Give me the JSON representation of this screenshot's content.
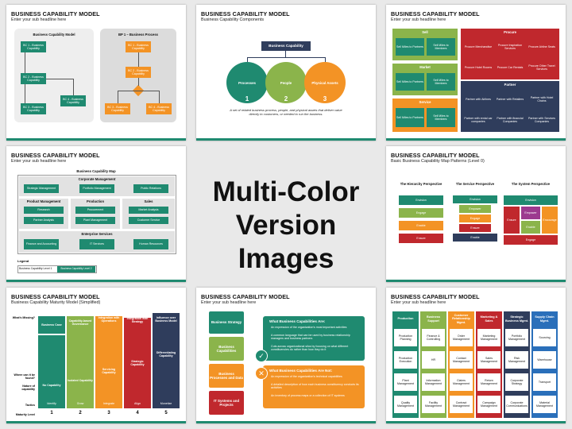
{
  "center": {
    "line1": "Multi-Color",
    "line2": "Version Images"
  },
  "colors": {
    "teal": "#1f8a70",
    "green": "#8bb44b",
    "orange": "#f39325",
    "red": "#c0282d",
    "navy": "#2f3d5c",
    "purple": "#9c3a8f",
    "blue": "#2a6fba"
  },
  "t1": {
    "title": "BUSINESS CAPABILITY MODEL",
    "sub": "Enter your sub headline here",
    "left_header": "Business Capability Model",
    "right_header": "BP 1 – Business Process",
    "left": [
      "BC 1 - Business Capability",
      "BC 2 - Business Capability",
      "BC 3 - Business Capability",
      "BC 4 - Business Capability"
    ],
    "right": [
      "BC 1 - Business Capability",
      "BC 2 - Business Capability",
      "BC 3 - Business Capability",
      "BC 4 - Business Capability"
    ]
  },
  "t2": {
    "title": "BUSINESS CAPABILITY MODEL",
    "sub": "Business Capability Components",
    "banner": "Business Capability",
    "circles": [
      {
        "label": "Processes",
        "num": "1"
      },
      {
        "label": "People",
        "num": "2"
      },
      {
        "label": "Physical Assets",
        "num": "3"
      }
    ],
    "caption": "A set of related business process, people, and physical assets that deliver value directly to customers, or needed to run the business."
  },
  "t3": {
    "title": "BUSINESS CAPABILITY MODEL",
    "sub": "Enter your sub headline here",
    "sell": "Sell",
    "market": "Market",
    "service": "Service",
    "procure": "Procure",
    "partner": "Partner",
    "sell_items": [
      "Sell Miles to Partners",
      "Sell Miles to Members"
    ],
    "market_items": [
      "Sell Miles to Partners",
      "Sell Miles to Members"
    ],
    "service_items": [
      "Sell Miles to Partners",
      "Sell Miles to Members"
    ],
    "procure_items": [
      "Procure Merchandise",
      "Procure Inspiration Services",
      "Procure Airline Seats",
      "Procure Hotel Rooms",
      "Procure Car Rentals",
      "Procure Other Travel Services"
    ],
    "partner_items": [
      "Partner with Airlines",
      "Partner with Retailers",
      "Partner with Hotel Chains",
      "Partner with rental car companies",
      "Partner with financial Companies",
      "Partner with Services Companies"
    ]
  },
  "t4": {
    "title": "BUSINESS CAPABILITY MODEL",
    "sub": "Enter your sub headline here",
    "map_title": "Business Capability Map",
    "corporate": "Corporate Management",
    "corporate_items": [
      "Strategic Management",
      "Portfolio Management",
      "Public Relations"
    ],
    "product": "Product Management",
    "production": "Production",
    "sales": "Sales",
    "product_items": [
      "Research",
      "Partner Analysis"
    ],
    "production_items": [
      "Procurement",
      "Plant Management"
    ],
    "sales_items": [
      "Market Analysis",
      "Customer Service"
    ],
    "enterprise": "Enterprise Services",
    "enterprise_items": [
      "Finance and Accounting",
      "IT Services",
      "Human Resources"
    ],
    "legend": "Legend",
    "legend_items": [
      "Business Capability Level 1",
      "Business Capability Level 2"
    ]
  },
  "t6": {
    "title": "BUSINESS CAPABILITY MODEL",
    "sub": "Basic Business Capability Map Patterns (Level 0)",
    "headers": [
      "The Hierarchy Perspective",
      "The Service Perspective",
      "The System Perspective"
    ],
    "h1": [
      "Envision",
      "Engage",
      "Enable",
      "Ensure"
    ],
    "s1": [
      "Envision",
      "Empower",
      "Engage",
      "Ensure",
      "Enable"
    ],
    "y1": [
      "Envision",
      "Ensure",
      "Empower",
      "Enable",
      "Encourage",
      "Engage"
    ]
  },
  "t7": {
    "title": "BUSINESS CAPABILITY MODEL",
    "sub": "Business Capability Maturity Model (Simplified)",
    "rows": [
      "What's Missing?",
      "Where can it be found?",
      "Nature of capability",
      "Tactics",
      "Maturity Level"
    ],
    "cols": [
      "Business Case",
      "Capability-based Governance",
      "Integration with Operations",
      "Integration with Strategy",
      "Influence over Business Model"
    ],
    "mid": [
      "No Capability",
      "Isolated Capability",
      "Servicing Capability",
      "Strategic Capability",
      "Differentiating Capability"
    ],
    "bottom": [
      "Identify",
      "Grow",
      "Integrate",
      "Align",
      "Monetize"
    ],
    "levels": [
      "1",
      "2",
      "3",
      "4",
      "5"
    ]
  },
  "t8": {
    "title": "BUSINESS CAPABILITY MODEL",
    "sub": "Enter your sub headline here",
    "pieces": [
      "Business Strategy",
      "Business Capabilities",
      "Business Processes and Data",
      "IT Systems and Projects"
    ],
    "are_title": "What Business Capabilities Are:",
    "are": [
      "An expression of the organization's most important activities",
      "A common language that can be used by business relationship managers and business partners",
      "Cuts across organizational silos by focusing on what different constituencies do rather than how they do it"
    ],
    "not_title": "What Business Capabilities Are Not:",
    "not": [
      "An expression of the organization's technical capabilities",
      "A detailed description of how each business constituency conducts its activities",
      "An inventory of process maps or a collection of IT systems"
    ]
  },
  "t9": {
    "title": "BUSINESS CAPABILITY MODEL",
    "sub": "Enter your sub headline here",
    "cols": [
      {
        "h": "Production",
        "items": [
          "Production Planning",
          "Production Execution",
          "Plant Management",
          "Quality Management"
        ]
      },
      {
        "h": "Business Support",
        "items": [
          "Finance & Controlling",
          "HR",
          "Information Management",
          "Facility Management"
        ]
      },
      {
        "h": "Customer Relationship Mgmt.",
        "items": [
          "Order Management",
          "Contact Management",
          "Claims Management",
          "Contract Management"
        ]
      },
      {
        "h": "Marketing & Sales",
        "items": [
          "Marketing Management",
          "Sales Management",
          "Return Management",
          "Campaign Management"
        ]
      },
      {
        "h": "Strategic Business Mgmt.",
        "items": [
          "Portfolio Management",
          "Risk Management",
          "Corporate Strategy",
          "Corporate Communications"
        ]
      },
      {
        "h": "Supply Chain Mgmt.",
        "items": [
          "Sourcing",
          "Warehouse",
          "Transport",
          "Material Management"
        ]
      }
    ]
  }
}
